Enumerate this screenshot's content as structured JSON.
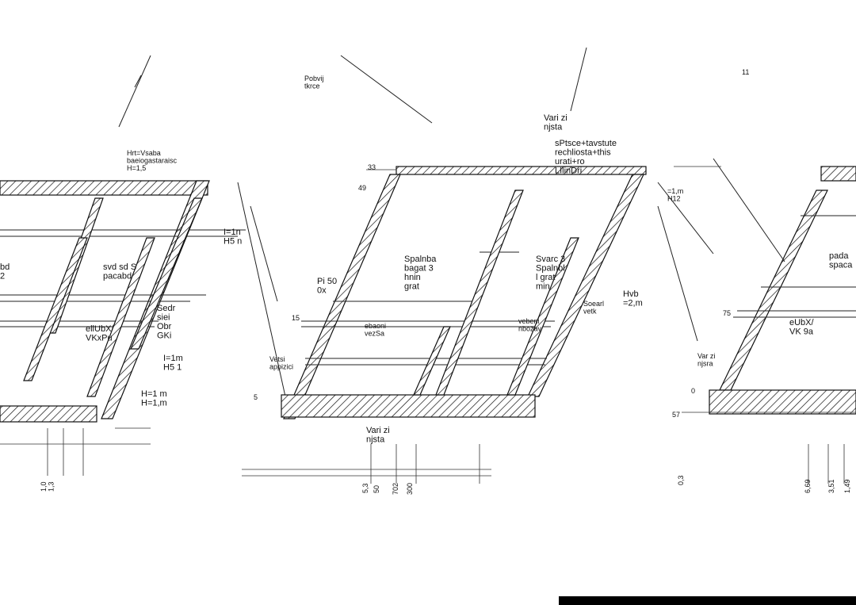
{
  "labels": {
    "top_note": "Pobvij\ntkrce",
    "cut_note": "Vari zi\nnjsta",
    "ridge_note": "sPtsce+tavstute\nrechliosta+this\nurati+ro\nLIlinDri",
    "left_a": "svd sd S\npacabd",
    "left_b": "Sedr\nsiei\nObr\nGKi",
    "left_c": "ellUbX/\nVKxPu",
    "left_d": "Hrt=Vsaba\nbaeiogastaraisc\nH=1,5",
    "left_e": "I=1m\nH5 1",
    "left_f": "H=1 m\nH=1,m",
    "left_g": "I=1n\nH5 n",
    "left_h": "bd\n2",
    "mid_a": "Spalnba\nbagat 3\nhnin\ngrat",
    "mid_b": "Svarc 3\nSpalnbl\nl grat\nmin",
    "mid_c": "Pi 50\n0x",
    "mid_d": "Hvb\n=2,m",
    "mid_e": "Soearl\nvetk",
    "mid_f": "vebeni\nnbozav",
    "mid_g": "Vetsi\nappizici",
    "mid_h": "ebaoni\nvezSa",
    "right_a": "=1,m\nH12",
    "right_b": "pada\nspaca",
    "right_c": "eUbX/\nVK 9a",
    "right_d": "Var zi\nnjsra"
  },
  "dimensions": {
    "d33": "33",
    "d49": "49",
    "d5": "5",
    "d15": "15",
    "d75": "75",
    "d57": "57",
    "d0": "0",
    "d11": "11",
    "bottom_a": "1,0\n1,3",
    "bottom_b": "5,3",
    "bottom_c": "50",
    "bottom_d": "702",
    "bottom_e": "300",
    "bottom_f": "6,69",
    "bottom_g": "3,51",
    "bottom_h": "1,49",
    "bottom_i": "0,3"
  }
}
